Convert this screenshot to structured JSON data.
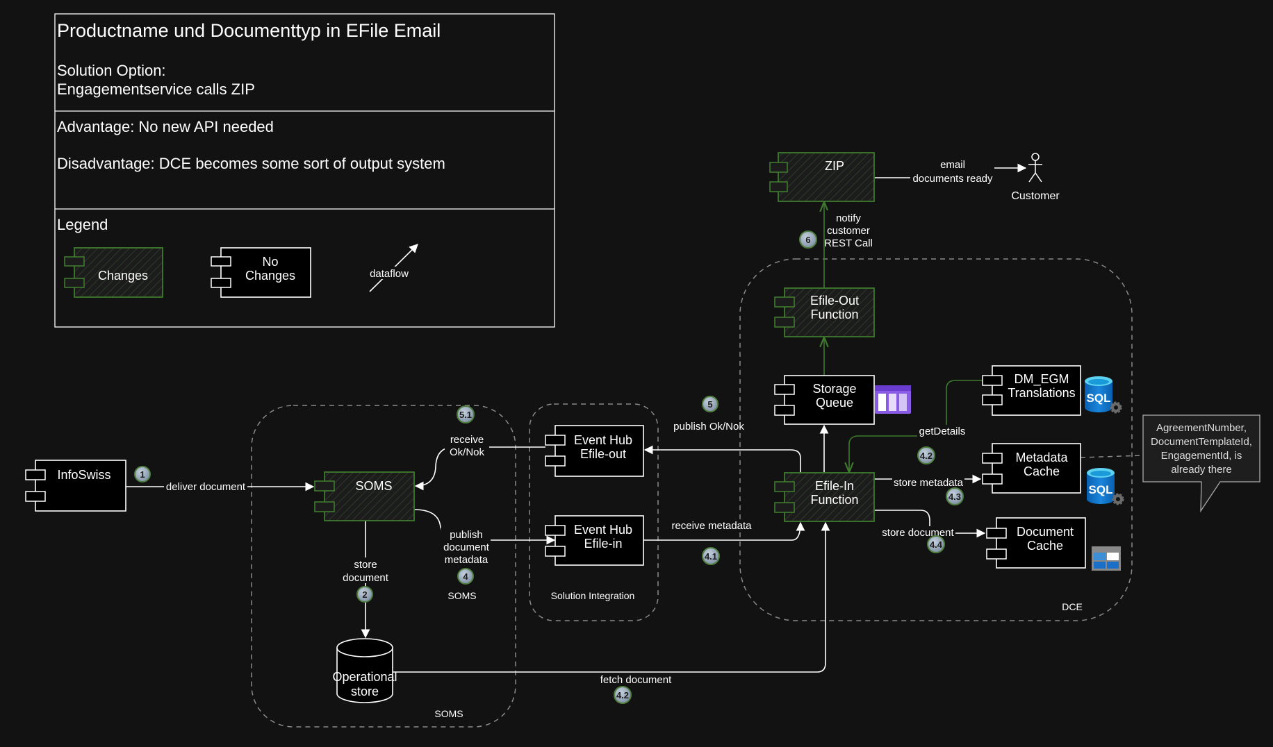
{
  "info_box": {
    "title": "Productname und Documenttyp in EFile Email",
    "solution_label": "Solution Option:",
    "solution_value": "Engagementservice calls ZIP",
    "advantage": "Advantage: No new API needed",
    "disadvantage": "Disadvantage: DCE becomes some sort of output system",
    "legend_title": "Legend",
    "legend_changes": "Changes",
    "legend_no_changes": [
      "No",
      "Changes"
    ],
    "legend_dataflow": "dataflow"
  },
  "colors": {
    "background": "#121212",
    "changed_stroke": "#3f7a2e",
    "unchanged_stroke": "#ffffff",
    "badge": "#8fa0b3"
  },
  "groups": {
    "soms": "SOMS",
    "soms_inner": "SOMS",
    "integration": "Solution Integration",
    "dce": "DCE"
  },
  "components": {
    "infoswiss": [
      "InfoSwiss"
    ],
    "soms": [
      "SOMS"
    ],
    "eventhub_out": [
      "Event Hub",
      "Efile-out"
    ],
    "eventhub_in": [
      "Event Hub",
      "Efile-in"
    ],
    "efile_in": [
      "Efile-In",
      "Function"
    ],
    "storage_queue": [
      "Storage",
      "Queue"
    ],
    "efile_out": [
      "Efile-Out",
      "Function"
    ],
    "zip": [
      "ZIP"
    ],
    "dm_egm": [
      "DM_EGM",
      "Translations"
    ],
    "metadata_cache": [
      "Metadata",
      "Cache"
    ],
    "document_cache": [
      "Document",
      "Cache"
    ],
    "operational_store": [
      "Operational",
      "store"
    ],
    "customer": "Customer"
  },
  "icons": {
    "sql_1": "SQL",
    "sql_2": "SQL"
  },
  "edges": {
    "deliver": "deliver document",
    "receive_ok": [
      "receive",
      "Ok/Nok"
    ],
    "publish_meta": [
      "publish",
      "document",
      "metadata"
    ],
    "store_doc_soms": [
      "store",
      "document"
    ],
    "publish_ok": "publish Ok/Nok",
    "receive_meta": "receive metadata",
    "get_details": "getDetails",
    "store_meta": "store metadata",
    "store_doc_dce": "store document",
    "fetch_doc": "fetch document",
    "notify": [
      "notify",
      "customer",
      "REST Call"
    ],
    "email": [
      "email",
      "documents ready"
    ]
  },
  "badges": {
    "b1": "1",
    "b2": "2",
    "b4": "4",
    "b51": "5.1",
    "b5": "5",
    "b41": "4.1",
    "b42a": "4.2",
    "b43": "4.3",
    "b44": "4.4",
    "b42b": "4.2",
    "b6": "6"
  },
  "note": [
    "AgreementNumber,",
    "DocumentTemplateId,",
    "EngagementId, is",
    "already there"
  ]
}
